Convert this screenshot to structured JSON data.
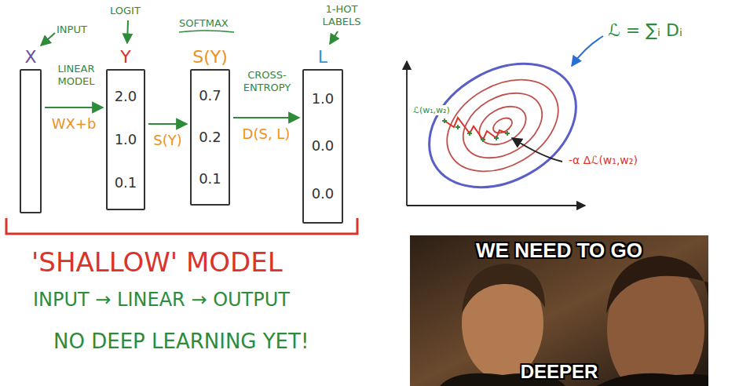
{
  "diagram": {
    "nodes": [
      {
        "text": [
          "X"
        ]
      },
      {
        "text": [
          "Y",
          "2.0",
          "1.0",
          "0.1"
        ]
      },
      {
        "text": [
          "S(Y)",
          "0.7",
          "0.2",
          "0.1"
        ]
      },
      {
        "text": [
          "L",
          "1.0",
          "0.0",
          "0.0"
        ]
      }
    ],
    "edges": [
      {
        "from": 0,
        "to": 1,
        "arrow": "to",
        "label": "WX+b"
      },
      {
        "from": 1,
        "to": 2,
        "arrow": "to",
        "label": "S(Y)"
      },
      {
        "from": 2,
        "to": 3,
        "arrow": "to",
        "label": "D(S, L)"
      }
    ],
    "labels": [
      "INPUT",
      "LINEAR MODEL",
      "LOGIT",
      "SOFTMAX",
      "CROSS-ENTROPY",
      "1-HOT LABELS",
      "'SHALLOW' MODEL",
      "INPUT → LINEAR → OUTPUT",
      "NO DEEP LEARNING YET!",
      "ℒ = ∑ᵢ Dᵢ",
      "ℒ(w₁,w₂)",
      "-α Δℒ(w₁,w₂)",
      "WE NEED TO GO",
      "DEEPER"
    ]
  }
}
